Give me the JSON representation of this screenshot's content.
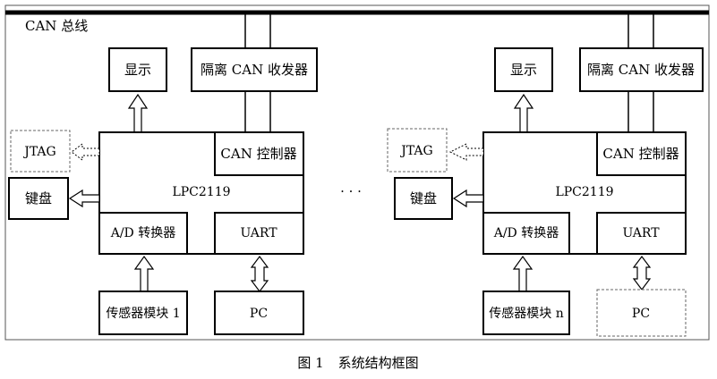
{
  "bus_label": "CAN 总线",
  "ellipsis": "· · ·",
  "caption": {
    "figure": "图 1",
    "title": "系统结构框图"
  },
  "left_node": {
    "display": "显示",
    "isolated_transceiver": "隔离 CAN 收发器",
    "jtag": "JTAG",
    "keyboard": "键盘",
    "mcu": "LPC2119",
    "can_controller": "CAN 控制器",
    "adc": "A/D 转换器",
    "uart": "UART",
    "sensor": "传感器模块 1",
    "pc": "PC"
  },
  "right_node": {
    "display": "显示",
    "isolated_transceiver": "隔离 CAN 收发器",
    "jtag": "JTAG",
    "keyboard": "键盘",
    "mcu": "LPC2119",
    "can_controller": "CAN 控制器",
    "adc": "A/D 转换器",
    "uart": "UART",
    "sensor": "传感器模块 n",
    "pc": "PC"
  },
  "colors": {
    "stroke": "#000000",
    "frame": "#555555",
    "dashed": "#666666"
  }
}
